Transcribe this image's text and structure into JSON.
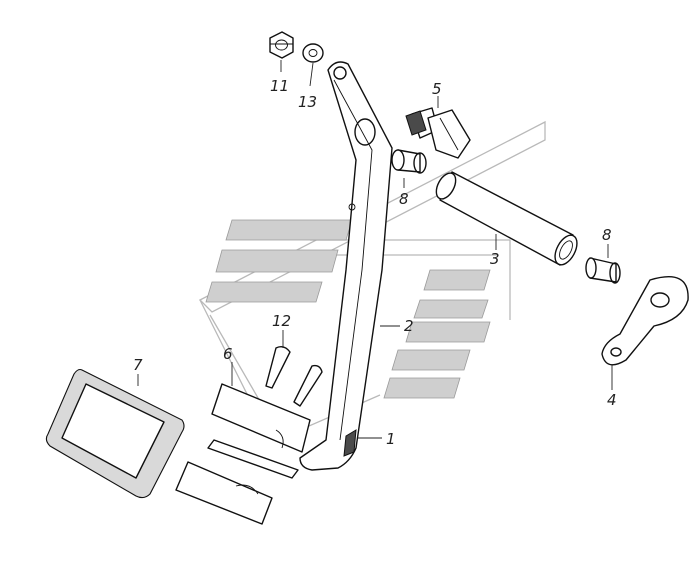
{
  "callouts": [
    {
      "id": "label-1",
      "text": "1"
    },
    {
      "id": "label-2",
      "text": "2"
    },
    {
      "id": "label-3",
      "text": "3"
    },
    {
      "id": "label-4",
      "text": "4"
    },
    {
      "id": "label-5",
      "text": "5"
    },
    {
      "id": "label-6",
      "text": "6"
    },
    {
      "id": "label-7",
      "text": "7"
    },
    {
      "id": "label-8a",
      "text": "8"
    },
    {
      "id": "label-8b",
      "text": "8"
    },
    {
      "id": "label-11",
      "text": "11"
    },
    {
      "id": "label-12",
      "text": "12"
    },
    {
      "id": "label-13",
      "text": "13"
    }
  ],
  "colors": {
    "line": "#111111",
    "watermark": "#b9b9b9",
    "background": "#ffffff"
  }
}
